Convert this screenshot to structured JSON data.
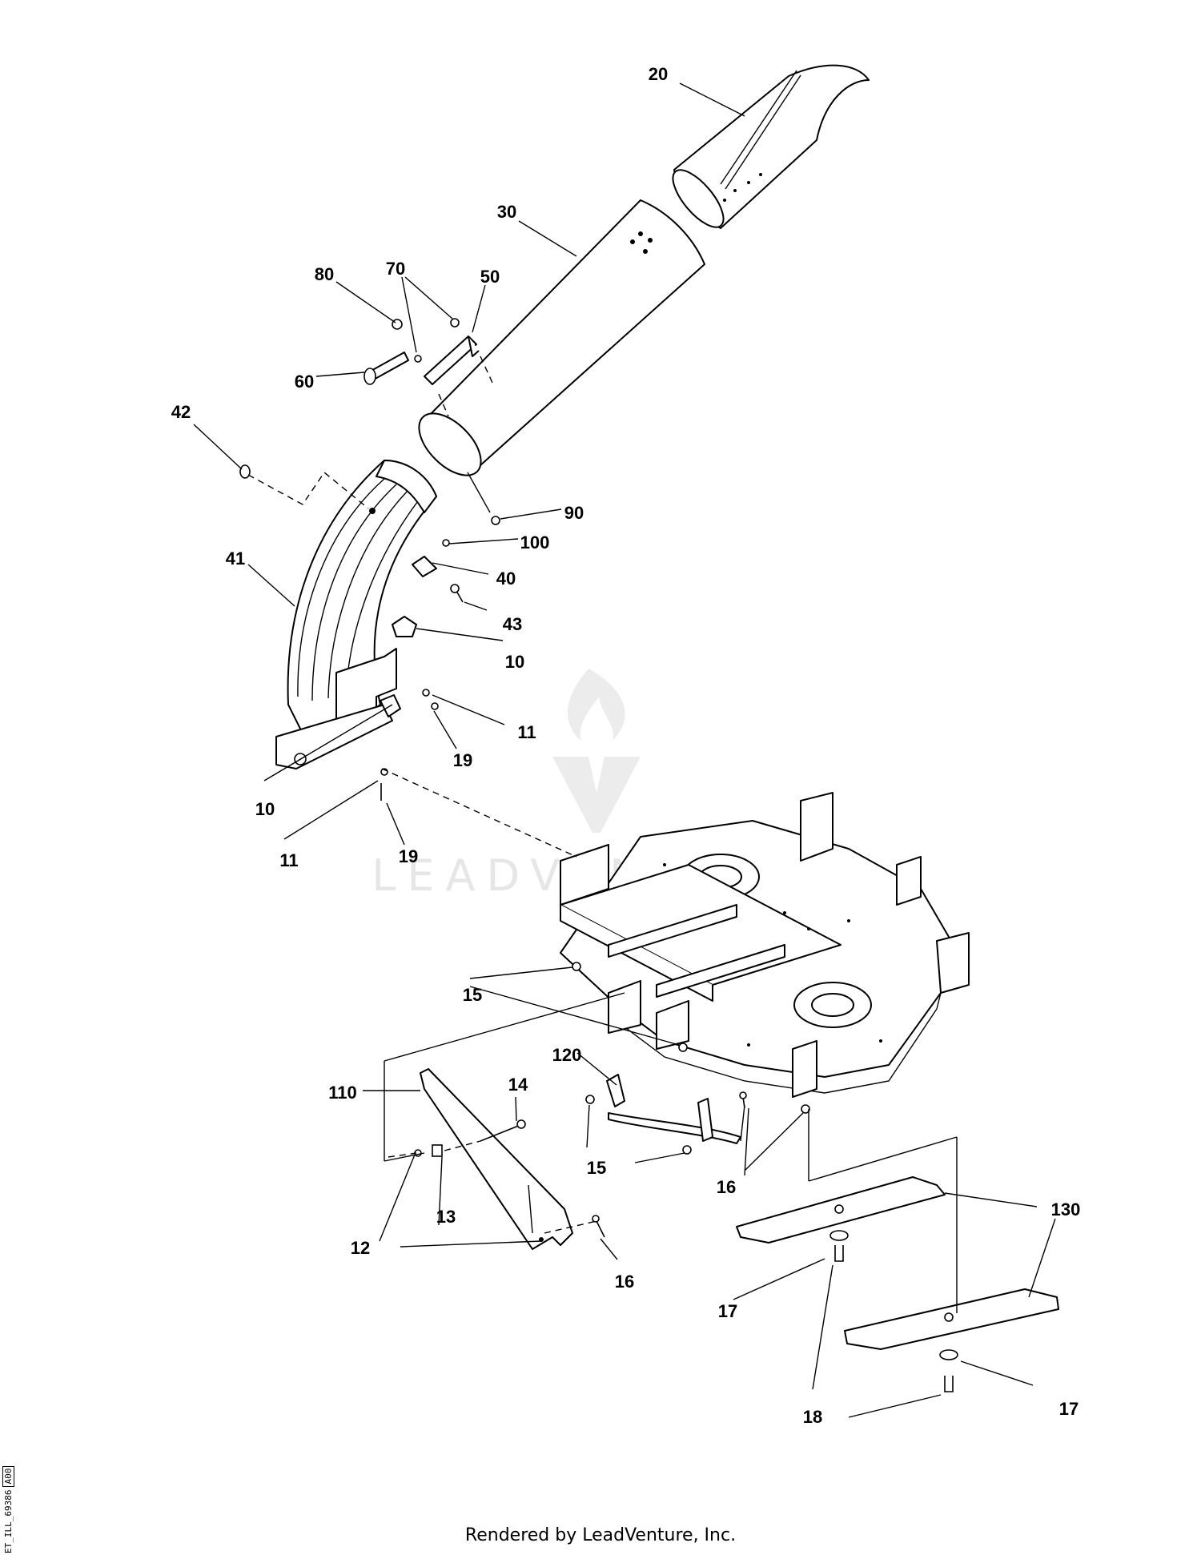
{
  "watermark": {
    "brand": "LEADVENTURE"
  },
  "callouts": [
    {
      "id": "c20",
      "label": "20"
    },
    {
      "id": "c30",
      "label": "30"
    },
    {
      "id": "c80",
      "label": "80"
    },
    {
      "id": "c70",
      "label": "70"
    },
    {
      "id": "c50",
      "label": "50"
    },
    {
      "id": "c60",
      "label": "60"
    },
    {
      "id": "c42",
      "label": "42"
    },
    {
      "id": "c90",
      "label": "90"
    },
    {
      "id": "c100",
      "label": "100"
    },
    {
      "id": "c41",
      "label": "41"
    },
    {
      "id": "c40",
      "label": "40"
    },
    {
      "id": "c43",
      "label": "43"
    },
    {
      "id": "c10a",
      "label": "10"
    },
    {
      "id": "c11a",
      "label": "11"
    },
    {
      "id": "c19a",
      "label": "19"
    },
    {
      "id": "c10b",
      "label": "10"
    },
    {
      "id": "c11b",
      "label": "11"
    },
    {
      "id": "c19b",
      "label": "19"
    },
    {
      "id": "c15a",
      "label": "15"
    },
    {
      "id": "c120",
      "label": "120"
    },
    {
      "id": "c110",
      "label": "110"
    },
    {
      "id": "c14",
      "label": "14"
    },
    {
      "id": "c15b",
      "label": "15"
    },
    {
      "id": "c16a",
      "label": "16"
    },
    {
      "id": "c130",
      "label": "130"
    },
    {
      "id": "c12",
      "label": "12"
    },
    {
      "id": "c13",
      "label": "13"
    },
    {
      "id": "c16b",
      "label": "16"
    },
    {
      "id": "c17a",
      "label": "17"
    },
    {
      "id": "c18",
      "label": "18"
    },
    {
      "id": "c17b",
      "label": "17"
    }
  ],
  "footer": {
    "text": "Rendered by LeadVenture, Inc."
  },
  "doc_id": {
    "code": "ET_ILL_69386",
    "rev": "A00"
  }
}
